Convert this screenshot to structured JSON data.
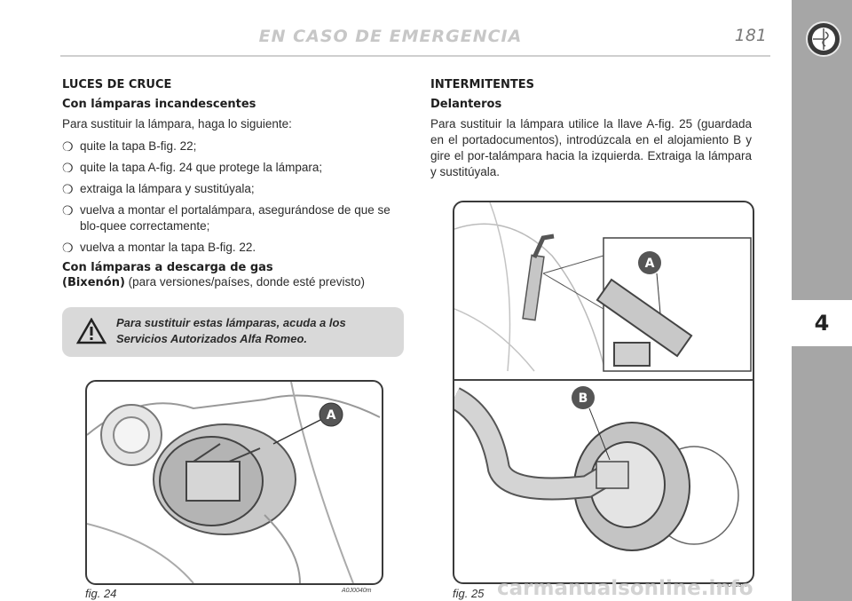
{
  "header": {
    "title": "EN CASO DE EMERGENCIA",
    "page_number": "181"
  },
  "side_tab": {
    "chapter": "4"
  },
  "left": {
    "section_title": "LUCES DE CRUCE",
    "subtitle1": "Con lámparas incandescentes",
    "intro": "Para sustituir la lámpara, haga lo siguiente:",
    "bullet_glyph": "❍",
    "steps": [
      "quite la tapa B-fig. 22;",
      "quite la tapa A-fig. 24 que protege la lámpara;",
      "extraiga la lámpara y sustitúyala;",
      "vuelva a montar el portalámpara, asegurándose de que se blo-quee correctamente;",
      "vuelva a montar la tapa B-fig. 22."
    ],
    "subtitle2_line1": "Con lámparas a descarga de gas",
    "subtitle2_line2": "(Bixenón)",
    "subtitle2_note": "(para versiones/países, donde esté previsto)",
    "warning_text": "Para sustituir estas lámparas, acuda a los Servicios Autorizados Alfa Romeo."
  },
  "right": {
    "section_title": "INTERMITENTES",
    "subtitle": "Delanteros",
    "body": "Para sustituir la lámpara utilice la llave A-fig. 25 (guardada en el portadocumentos), introdúzcala en el alojamiento B y gire el por-talámpara hacia la izquierda. Extraiga la lámpara y sustitúyala."
  },
  "figures": {
    "fig24": {
      "caption": "fig. 24",
      "code": "A0J0040m",
      "label_a": "A"
    },
    "fig25": {
      "caption": "fig. 25",
      "code": "A0J0018m",
      "label_a": "A",
      "label_b": "B"
    }
  },
  "watermark": "carmanualsonline.info"
}
